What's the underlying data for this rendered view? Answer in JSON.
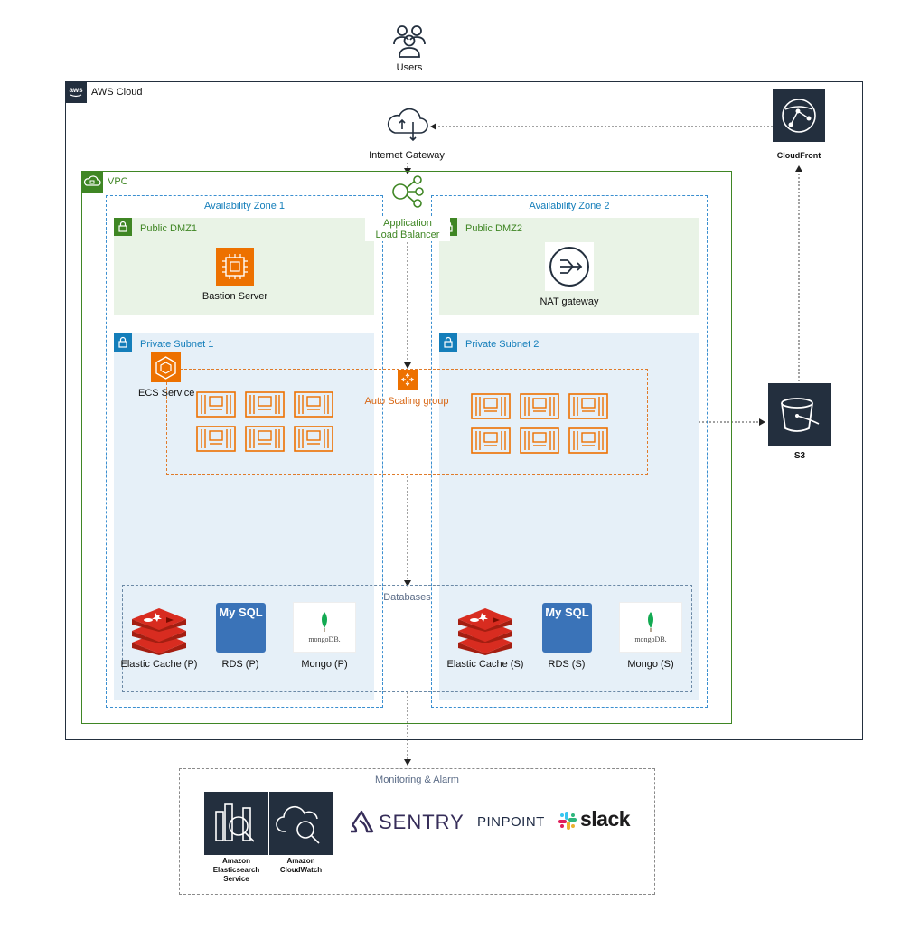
{
  "users": {
    "label": "Users"
  },
  "aws_cloud": {
    "label": "AWS Cloud"
  },
  "internet_gateway": {
    "label": "Internet Gateway"
  },
  "cloudfront": {
    "label": "CloudFront"
  },
  "vpc": {
    "label": "VPC"
  },
  "alb": {
    "line1": "Application",
    "line2": "Load Balancer"
  },
  "az1": {
    "label": "Availability Zone 1",
    "public_subnet": "Public DMZ1",
    "bastion": "Bastion Server",
    "private_subnet": "Private Subnet 1",
    "ecs": "ECS Service"
  },
  "az2": {
    "label": "Availability Zone 2",
    "public_subnet": "Public DMZ2",
    "nat": "NAT gateway",
    "private_subnet": "Private Subnet 2"
  },
  "asg": {
    "label": "Auto Scaling group"
  },
  "s3": {
    "label": "S3"
  },
  "databases": {
    "label": "Databases",
    "primary": {
      "cache": "Elastic Cache (P)",
      "rds": "RDS (P)",
      "mongo": "Mongo (P)"
    },
    "secondary": {
      "cache": "Elastic Cache (S)",
      "rds": "RDS (S)",
      "mongo": "Mongo (S)"
    },
    "mysql_logo": "My SQL",
    "mongo_logo": "mongoDB."
  },
  "monitoring": {
    "label": "Monitoring & Alarm",
    "es_line1": "Amazon",
    "es_line2": "Elasticsearch",
    "es_line3": "Service",
    "cw_line1": "Amazon",
    "cw_line2": "CloudWatch",
    "sentry": "SENTRY",
    "pinpoint": "PINPOINT",
    "slack": "slack"
  },
  "colors": {
    "aws_dark": "#232f3e",
    "vpc_green": "#3f8624",
    "az_blue": "#3b8fd0",
    "compute_orange": "#ed7100",
    "public_bg": "#e9f3e6",
    "private_bg": "#e6f0f8",
    "redis_red": "#c6302b",
    "mysql_blue": "#3a73b8",
    "mongo_green": "#13aa52"
  }
}
